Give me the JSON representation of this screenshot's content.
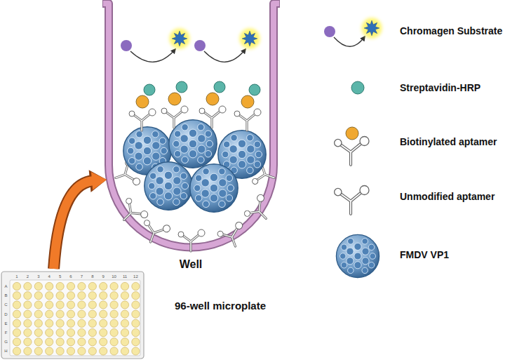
{
  "diagram": {
    "nodes": [
      {
        "text": [
          "Well"
        ]
      },
      {
        "text": [
          "96-well microplate"
        ]
      }
    ],
    "edges": [
      {
        "from": 1,
        "to": 0,
        "arrow": "to"
      }
    ],
    "labels": [
      "1",
      "2",
      "3",
      "4",
      "5",
      "6",
      "7",
      "8",
      "9",
      "10",
      "11",
      "12",
      "A",
      "B",
      "C",
      "D",
      "E",
      "F",
      "G",
      "H"
    ],
    "legend": [
      {
        "text": "Chromagen Substrate"
      },
      {
        "text": "Streptavidin-HRP"
      },
      {
        "text": "Biotinylated aptamer"
      },
      {
        "text": "Unmodified aptamer"
      },
      {
        "text": "FMDV VP1"
      }
    ]
  }
}
